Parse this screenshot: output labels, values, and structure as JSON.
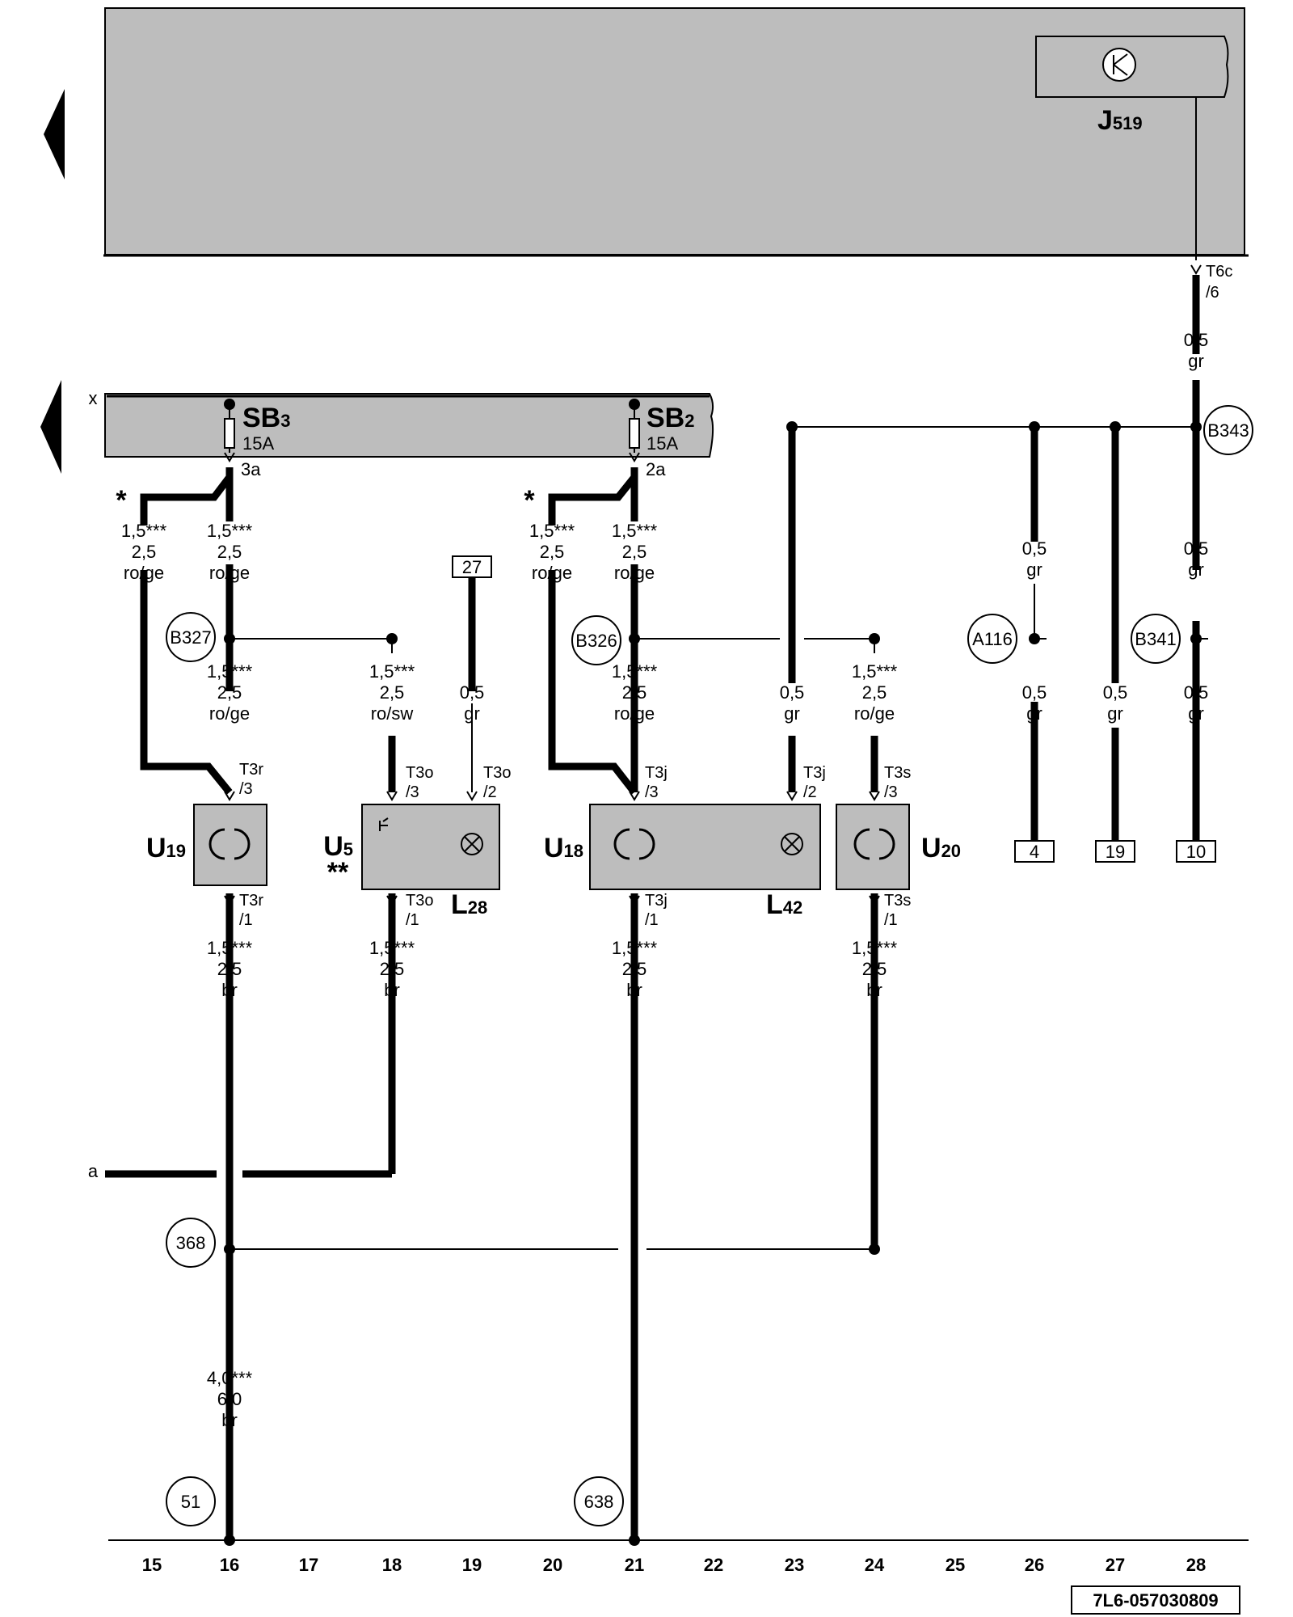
{
  "diagram": {
    "code": "7L6-057030809",
    "edge_labels": {
      "x": "x",
      "a": "a"
    },
    "fuses": [
      {
        "id": "sb3",
        "name": "SB",
        "sub": "3",
        "rating": "15A",
        "terminal": "3a"
      },
      {
        "id": "sb2",
        "name": "SB",
        "sub": "2",
        "rating": "15A",
        "terminal": "2a"
      }
    ],
    "control_unit": {
      "name": "J",
      "sub": "519",
      "connector": "T6c",
      "pin": "/6"
    },
    "wire_groups": [
      {
        "id": "w1",
        "lines": [
          "1,5***",
          "2,5",
          "ro/ge"
        ]
      },
      {
        "id": "w2",
        "lines": [
          "1,5***",
          "2,5",
          "ro/ge"
        ]
      },
      {
        "id": "w3",
        "lines": [
          "1,5***",
          "2,5",
          "ro/ge"
        ]
      },
      {
        "id": "w4",
        "lines": [
          "1,5***",
          "2,5",
          "ro/ge"
        ]
      },
      {
        "id": "w5",
        "lines": [
          "1,5***",
          "2,5",
          "ro/ge"
        ]
      },
      {
        "id": "w6",
        "lines": [
          "1,5***",
          "2,5",
          "ro/sw"
        ]
      },
      {
        "id": "w7",
        "lines": [
          "0,5",
          "gr"
        ]
      },
      {
        "id": "w8",
        "lines": [
          "1,5***",
          "2,5",
          "ro/ge"
        ]
      },
      {
        "id": "w9",
        "lines": [
          "0,5",
          "gr"
        ]
      },
      {
        "id": "w10",
        "lines": [
          "1,5***",
          "2,5",
          "ro/ge"
        ]
      },
      {
        "id": "w11",
        "lines": [
          "0,5",
          "gr"
        ]
      },
      {
        "id": "w12",
        "lines": [
          "0,5",
          "gr"
        ]
      },
      {
        "id": "w13",
        "lines": [
          "0,5",
          "gr"
        ]
      },
      {
        "id": "w14",
        "lines": [
          "0,5",
          "gr"
        ]
      },
      {
        "id": "w15",
        "lines": [
          "0,5",
          "gr"
        ]
      },
      {
        "id": "w16",
        "lines": [
          "1,5***",
          "2,5",
          "br"
        ]
      },
      {
        "id": "w17",
        "lines": [
          "1,5***",
          "2,5",
          "br"
        ]
      },
      {
        "id": "w18",
        "lines": [
          "1,5***",
          "2,5",
          "br"
        ]
      },
      {
        "id": "w19",
        "lines": [
          "1,5***",
          "2,5",
          "br"
        ]
      },
      {
        "id": "w20",
        "lines": [
          "4,0***",
          "6,0",
          "br"
        ]
      },
      {
        "id": "w21",
        "lines": [
          "0,5",
          "gr"
        ]
      }
    ],
    "terminals": [
      {
        "id": "t1",
        "lines": [
          "T3r",
          "/3"
        ]
      },
      {
        "id": "t2",
        "lines": [
          "T3o",
          "/3"
        ]
      },
      {
        "id": "t3",
        "lines": [
          "T3o",
          "/2"
        ]
      },
      {
        "id": "t4",
        "lines": [
          "T3j",
          "/3"
        ]
      },
      {
        "id": "t5",
        "lines": [
          "T3j",
          "/2"
        ]
      },
      {
        "id": "t6",
        "lines": [
          "T3s",
          "/3"
        ]
      },
      {
        "id": "t7",
        "lines": [
          "T3r",
          "/1"
        ]
      },
      {
        "id": "t8",
        "lines": [
          "T3o",
          "/1"
        ]
      },
      {
        "id": "t9",
        "lines": [
          "T3j",
          "/1"
        ]
      },
      {
        "id": "t10",
        "lines": [
          "T3s",
          "/1"
        ]
      }
    ],
    "components": [
      {
        "id": "u19",
        "name": "U",
        "sub": "19",
        "note": ""
      },
      {
        "id": "u5",
        "name": "U",
        "sub": "5",
        "note": "**"
      },
      {
        "id": "l28",
        "name": "L",
        "sub": "28",
        "note": ""
      },
      {
        "id": "u18",
        "name": "U",
        "sub": "18",
        "note": ""
      },
      {
        "id": "l42",
        "name": "L",
        "sub": "42",
        "note": ""
      },
      {
        "id": "u20",
        "name": "U",
        "sub": "20",
        "note": ""
      }
    ],
    "connection_points": [
      "B343",
      "B327",
      "B326",
      "A116",
      "B341",
      "368",
      "51",
      "638"
    ],
    "references": [
      "27",
      "4",
      "19",
      "10"
    ],
    "footnote_marks": [
      "*",
      "*"
    ],
    "axis": [
      "15",
      "16",
      "17",
      "18",
      "19",
      "20",
      "21",
      "22",
      "23",
      "24",
      "25",
      "26",
      "27",
      "28"
    ]
  }
}
